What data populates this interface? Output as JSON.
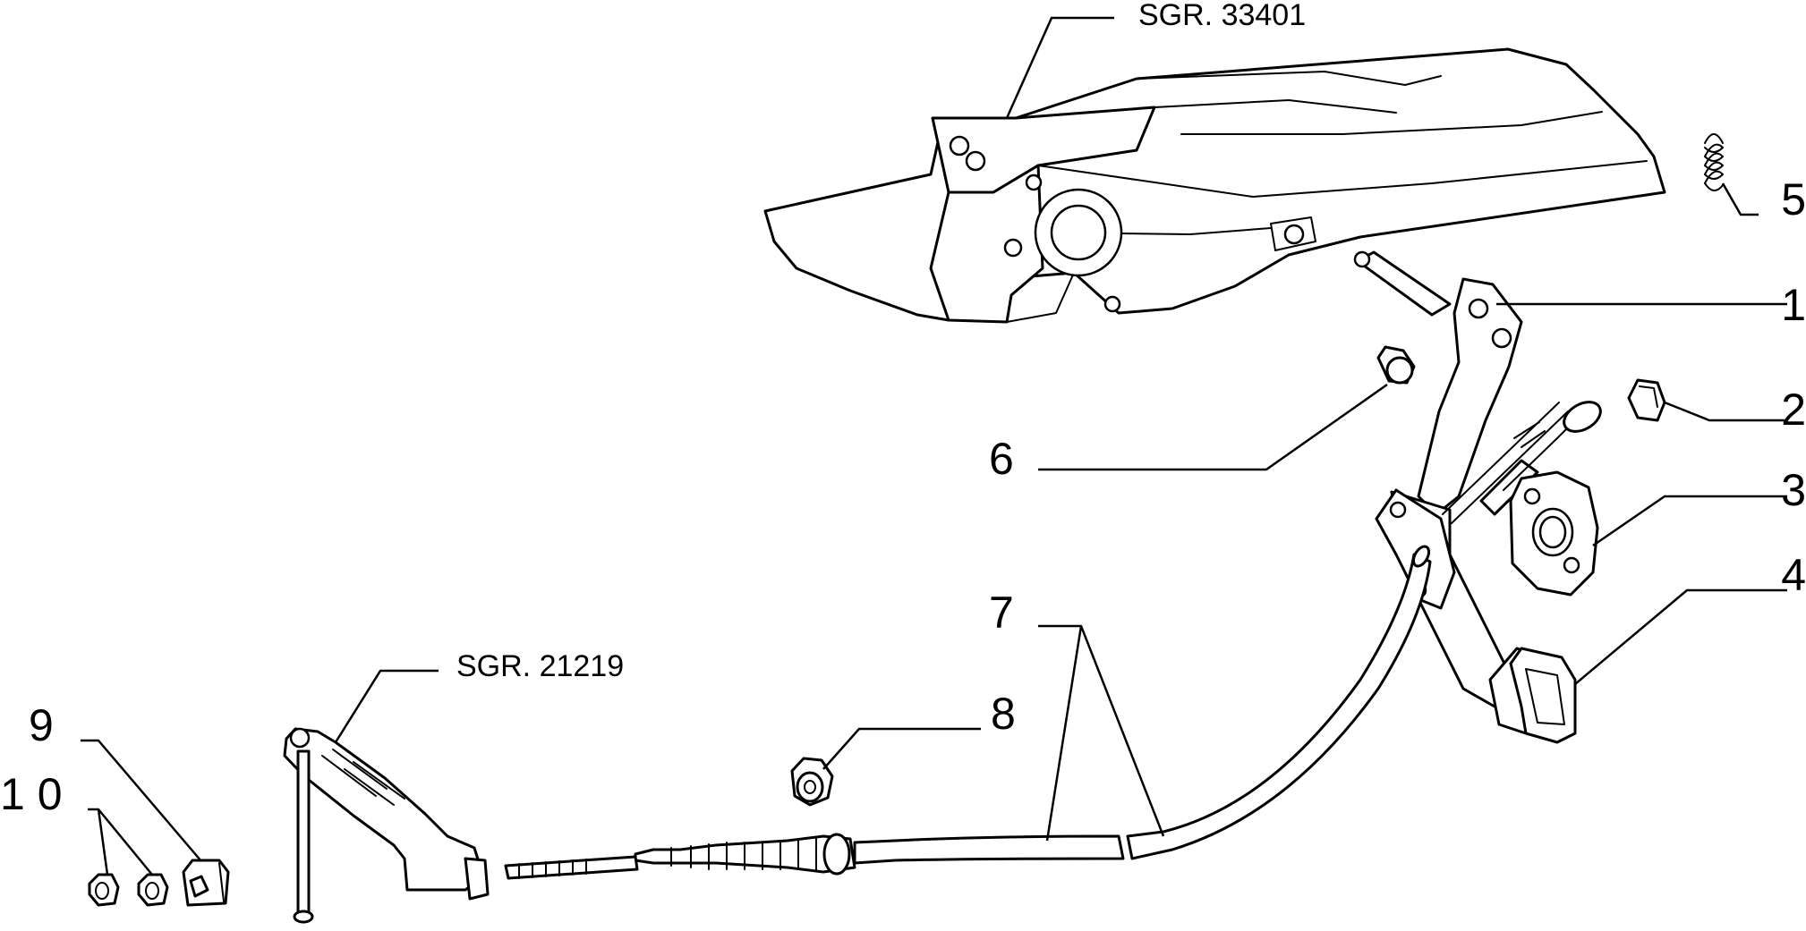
{
  "diagram": {
    "references": {
      "top": "SGR. 33401",
      "left": "SGR. 21219"
    },
    "callouts": [
      {
        "id": "1",
        "text": "1"
      },
      {
        "id": "2",
        "text": "2"
      },
      {
        "id": "3",
        "text": "3"
      },
      {
        "id": "4",
        "text": "4"
      },
      {
        "id": "5",
        "text": "5"
      },
      {
        "id": "6",
        "text": "6"
      },
      {
        "id": "7",
        "text": "7"
      },
      {
        "id": "8",
        "text": "8"
      },
      {
        "id": "9",
        "text": "9"
      },
      {
        "id": "10",
        "text": "1 0"
      }
    ],
    "colors": {
      "line": "#000000",
      "background": "#ffffff"
    }
  }
}
